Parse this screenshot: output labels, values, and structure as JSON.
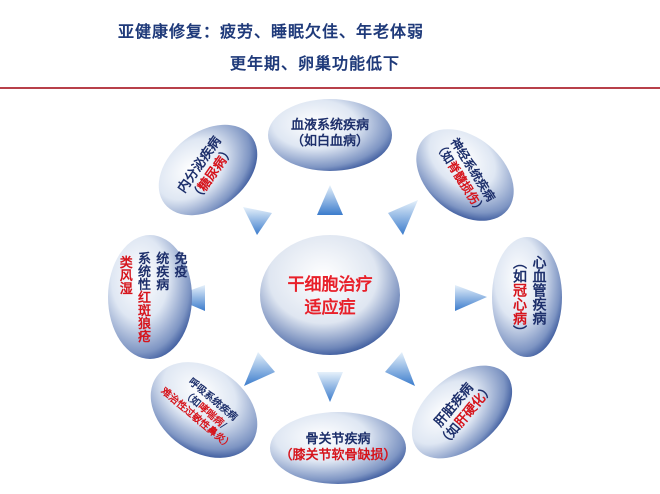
{
  "header": {
    "line1": "亚健康修复：疲劳、睡眠欠佳、年老体弱",
    "line2": "更年期、卵巢功能低下"
  },
  "center": {
    "line1": "干细胞治疗",
    "line2": "适应症"
  },
  "nodes": {
    "blood": {
      "title": "血液系统疾病",
      "sub": "（如白血病）"
    },
    "nerve": {
      "title": "神经系统疾病",
      "sub_prefix": "（如",
      "sub_hl": "脊髓损伤",
      "sub_suffix": "）"
    },
    "heart": {
      "title": "心血管疾病",
      "sub_prefix": "（如",
      "sub_hl": "冠心病",
      "sub_suffix": "）"
    },
    "liver": {
      "title": "肝脏疾病",
      "sub_prefix": "（如",
      "sub_hl": "肝硬化",
      "sub_suffix": "）"
    },
    "bone": {
      "title": "骨关节疾病",
      "sub": "（膝关节软骨缺损）"
    },
    "resp": {
      "title": "呼吸系统疾病",
      "sub_prefix": "（如",
      "sub_hl": "哮喘病",
      "sub_suffix": "/",
      "sub2": "难治性过敏性鼻炎）"
    },
    "immune": {
      "col1": "免疫",
      "col2": "系统性",
      "col3_hl": "红斑狼疮",
      "col4": "统疾病",
      "col5_hl": "类风湿"
    },
    "endo": {
      "title": "内分泌疾病",
      "sub_prefix": "（",
      "sub_hl": "糖尿病",
      "sub_suffix": "）"
    }
  },
  "colors": {
    "header_text": "#1f3a7a",
    "divider": "#b8404a",
    "node_fill_light": "#ffffff",
    "node_fill_dark": "#1e3f8c",
    "arrow_light": "#cfe3f7",
    "arrow_dark": "#2f6fc6",
    "highlight": "#d6141c"
  }
}
